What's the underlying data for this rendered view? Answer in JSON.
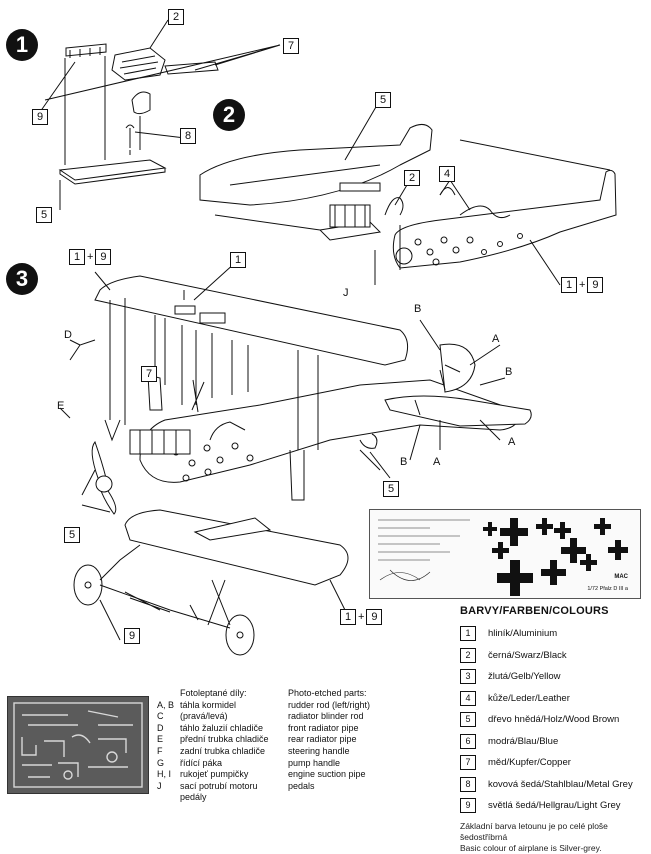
{
  "steps": [
    "1",
    "2",
    "3"
  ],
  "callouts": {
    "s1_2": "2",
    "s1_7": "7",
    "s1_9": "9",
    "s1_8": "8",
    "s1_5": "5",
    "s2_5": "5",
    "s2_2": "2",
    "s2_4": "4",
    "s2_1": "1",
    "s2_9": "9",
    "s2_plus": "+",
    "s3_1a": "1",
    "s3_9a": "9",
    "s3_plus_a": "+",
    "s3_1": "1",
    "s3_7": "7",
    "s3_5a": "5",
    "s3_5b": "5",
    "s3_1b": "1",
    "s3_9b": "9",
    "s3_plus_b": "+",
    "s3_9": "9"
  },
  "part_letters": {
    "J": "J",
    "D": "D",
    "E": "E",
    "B_top": "B",
    "A_top": "A",
    "B_mid": "B",
    "A_right": "A",
    "B_bot": "B",
    "A_bot": "A"
  },
  "legend": {
    "title": "BARVY/FARBEN/COLOURS",
    "items": [
      {
        "num": "1",
        "label": "hliník/Aluminium"
      },
      {
        "num": "2",
        "label": "černá/Swarz/Black"
      },
      {
        "num": "3",
        "label": "žlutá/Gelb/Yellow"
      },
      {
        "num": "4",
        "label": "kůže/Leder/Leather"
      },
      {
        "num": "5",
        "label": "dřevo hnědá/Holz/Wood Brown"
      },
      {
        "num": "6",
        "label": "modrá/Blau/Blue"
      },
      {
        "num": "7",
        "label": "měd/Kupfer/Copper"
      },
      {
        "num": "8",
        "label": "kovová šedá/Stahlblau/Metal Grey"
      },
      {
        "num": "9",
        "label": "světlá šedá/Hellgrau/Light Grey"
      }
    ],
    "note_cz": "Základní barva letounu je po celé ploše šedostříbrná",
    "note_en": "Basic colour of airplane is Silver-grey."
  },
  "parts": {
    "title_cz": "Fotoleptané díly:",
    "title_en": "Photo-etched parts:",
    "rows": [
      {
        "code": "A, B",
        "cz": "táhla kormidel (pravá/levá)",
        "en": "rudder rod (left/right)"
      },
      {
        "code": "C",
        "cz": "táhlo žaluzií chladiče",
        "en": "radiator blinder rod"
      },
      {
        "code": "D",
        "cz": "přední trubka chladiče",
        "en": "front radiator pipe"
      },
      {
        "code": "E",
        "cz": "zadní trubka chladiče",
        "en": "rear radiator pipe"
      },
      {
        "code": "F",
        "cz": "řídící páka",
        "en": "steering handle"
      },
      {
        "code": "G",
        "cz": "rukojeť pumpičky",
        "en": "pump handle"
      },
      {
        "code": "H, I",
        "cz": "sací potrubí motoru",
        "en": "engine suction pipe"
      },
      {
        "code": "J",
        "cz": "pedály",
        "en": "pedals"
      }
    ]
  },
  "decal_sheet": {
    "brand": "MAC",
    "scale": "1/72",
    "model": "Pfalz D III a"
  },
  "colors": {
    "ink": "#111111",
    "photo": "#5b5b5b"
  }
}
